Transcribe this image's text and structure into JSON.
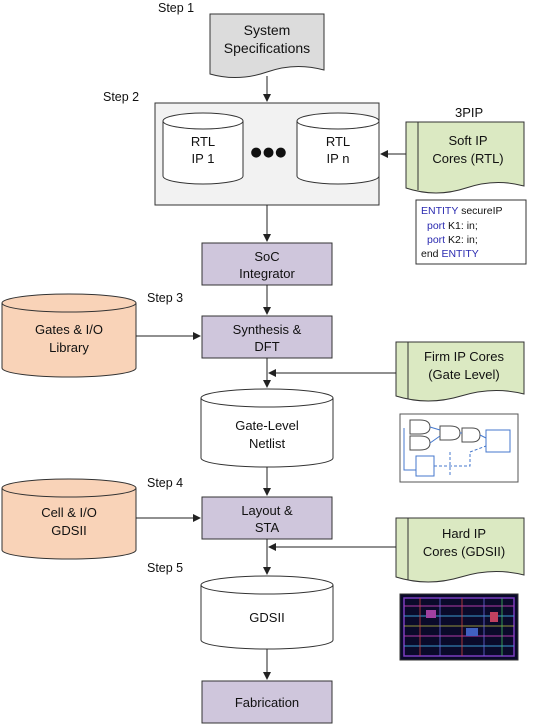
{
  "steps": {
    "step1": "Step 1",
    "step2": "Step 2",
    "step3": "Step 3",
    "step4": "Step 4",
    "step5": "Step 5"
  },
  "system_spec": {
    "line1": "System",
    "line2": "Specifications"
  },
  "rtl_ip1": {
    "line1": "RTL",
    "line2": "IP 1"
  },
  "rtl_ipn": {
    "line1": "RTL",
    "line2": "IP n"
  },
  "ellipsis": "●●●",
  "third_party_ip": "3PIP",
  "soft_ip": {
    "line1": "Soft IP",
    "line2": "Cores (RTL)"
  },
  "code_snippet": {
    "l1_kw": "ENTITY",
    "l1_text": " secureIP",
    "l2_kw": "port",
    "l2_text": " K1: in;",
    "l3_kw": "port",
    "l3_text": " K2: in;",
    "l4_text": "end ",
    "l4_kw": "ENTITY"
  },
  "soc_integrator": {
    "line1": "SoC",
    "line2": "Integrator"
  },
  "gates_lib": {
    "line1": "Gates & I/O",
    "line2": "Library"
  },
  "synthesis": {
    "line1": "Synthesis &",
    "line2": "DFT"
  },
  "firm_ip": {
    "line1": "Firm IP Cores",
    "line2": "(Gate Level)"
  },
  "netlist": {
    "line1": "Gate-Level",
    "line2": "Netlist"
  },
  "cell_lib": {
    "line1": "Cell & I/O",
    "line2": "GDSII"
  },
  "layout": {
    "line1": "Layout &",
    "line2": "STA"
  },
  "hard_ip": {
    "line1": "Hard IP",
    "line2": "Cores (GDSII)"
  },
  "gdsii": "GDSII",
  "fabrication": "Fabrication",
  "colors": {
    "process_fill": "#cfc6dc",
    "library_fill": "#f9d3b8",
    "ip_fill": "#dbe9c2",
    "spec_fill": "#dcdcdc",
    "container_fill": "#f2f2f2",
    "code_keyword": "#2a2ab0"
  }
}
